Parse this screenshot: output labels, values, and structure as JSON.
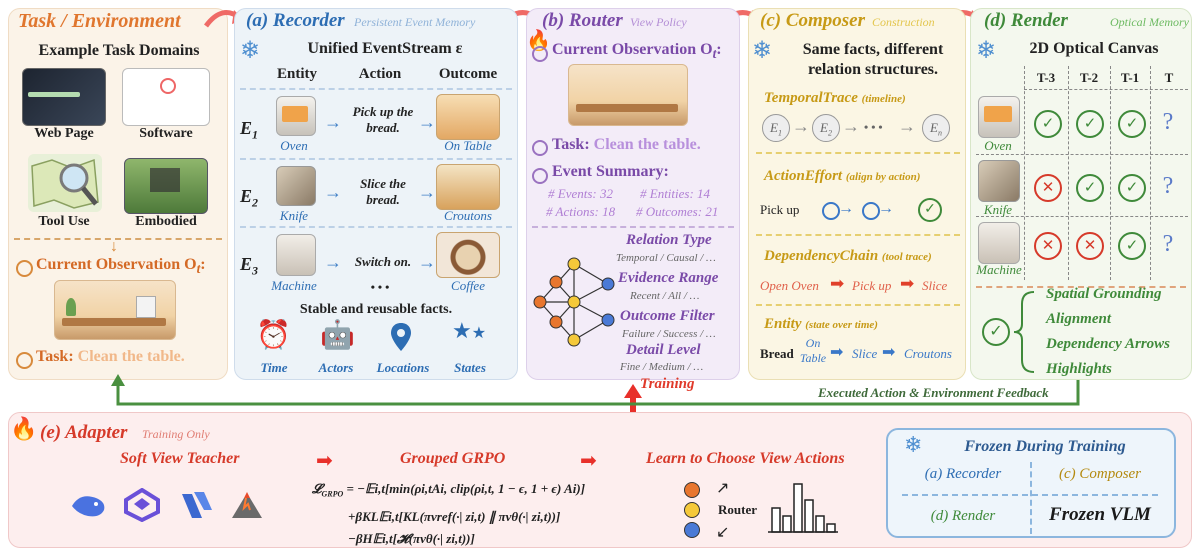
{
  "task": {
    "title": "Task / Environment",
    "example_heading": "Example Task Domains",
    "domains": [
      "Web Page",
      "Software",
      "Tool Use",
      "Embodied"
    ],
    "current_observation": "Current Observation O",
    "obs_sub": "t",
    "obs_colon": ":",
    "task_label": "Task:",
    "task_text": "Clean the table."
  },
  "recorder": {
    "title": "(a) Recorder",
    "subtitle": "Persistent Event Memory",
    "heading": "Unified EventStream ε",
    "columns": [
      "Entity",
      "Action",
      "Outcome"
    ],
    "events": [
      {
        "id": "E",
        "sub": "1",
        "entity": "Oven",
        "action": "Pick up the bread.",
        "outcome": "On Table"
      },
      {
        "id": "E",
        "sub": "2",
        "entity": "Knife",
        "action": "Slice the bread.",
        "outcome": "Croutons"
      },
      {
        "id": "E",
        "sub": "3",
        "entity": "Machine",
        "action": "Switch on.",
        "outcome": "Coffee"
      }
    ],
    "ellipsis": "• • •",
    "footer": "Stable and reusable facts.",
    "icons": [
      "Time",
      "Actors",
      "Locations",
      "States"
    ]
  },
  "router": {
    "title": "(b) Router",
    "subtitle": "View Policy",
    "obs_label": "Current Observation O",
    "obs_sub": "t",
    "obs_colon": ":",
    "task_label": "Task:",
    "task_text": "Clean the table.",
    "summary_label": "Event Summary:",
    "stats": [
      "# Events: 32",
      "# Entities: 14",
      "# Actions: 18",
      "# Outcomes: 21"
    ],
    "options": [
      {
        "name": "Relation Type",
        "values": "Temporal / Causal / …"
      },
      {
        "name": "Evidence Range",
        "values": "Recent / All / …"
      },
      {
        "name": "Outcome Filter",
        "values": "Failure / Success / …"
      },
      {
        "name": "Detail Level",
        "values": "Fine / Medium / …"
      }
    ],
    "training": "Training"
  },
  "composer": {
    "title": "(c) Composer",
    "subtitle": "Construction",
    "heading": "Same facts, different relation structures.",
    "temporal": {
      "name": "TemporalTrace",
      "note": "(timeline)",
      "nodes": [
        "E",
        "E",
        "E"
      ],
      "node_subs": [
        "1",
        "2",
        "n"
      ],
      "dots": "• • •"
    },
    "action": {
      "name": "ActionEffort",
      "note": "(align by action)",
      "label": "Pick up"
    },
    "dependency": {
      "name": "DependencyChain",
      "note": "(tool trace)",
      "steps": [
        "Open Oven",
        "Pick up",
        "Slice"
      ]
    },
    "entity": {
      "name": "Entity",
      "note": "(state over time)",
      "label": "Bread",
      "steps": [
        "On Table",
        "Slice",
        "Croutons"
      ]
    }
  },
  "render": {
    "title": "(d) Render",
    "subtitle": "Optical Memory",
    "heading": "2D Optical Canvas",
    "cols": [
      "T-3",
      "T-2",
      "T-1",
      "T"
    ],
    "rows": [
      {
        "name": "Oven",
        "cells": [
          "check",
          "check",
          "check",
          "question"
        ]
      },
      {
        "name": "Knife",
        "cells": [
          "cross",
          "check",
          "check",
          "question"
        ]
      },
      {
        "name": "Machine",
        "cells": [
          "cross",
          "cross",
          "check",
          "question"
        ]
      }
    ],
    "features": [
      "Spatial Grounding",
      "Alignment",
      "Dependency Arrows",
      "Highlights"
    ],
    "symbols": {
      "check": "✓",
      "cross": "✕",
      "question": "?"
    }
  },
  "feedback": "Executed Action & Environment Feedback",
  "adapter": {
    "title": "(e) Adapter",
    "subtitle": "Training Only",
    "teacher": "Soft View Teacher",
    "grpo": "Grouped GRPO",
    "learn": "Learn to Choose View Actions",
    "router_label": "Router",
    "eq_lhs": "𝓛",
    "eq_lhs_sub": "GRPO",
    "eq1": "= −𝔼i,t[min(ρi,tAi, clip(ρi,t, 1 − ϵ, 1 + ϵ) Ai)]",
    "eq2": "+βKL𝔼i,t[KL(πvref(·| zi,t) ∥ πvθ(·| zi,t))]",
    "eq3": "−βH𝔼i,t[𝓗(πvθ(·| zi,t))]"
  },
  "frozen": {
    "title": "Frozen During Training",
    "recorder": "(a) Recorder",
    "composer": "(c) Composer",
    "render": "(d) Render",
    "vlm": "Frozen VLM"
  },
  "colors": {
    "task_bg": "#fbf3e8",
    "recorder_bg": "#edf3f8",
    "router_bg": "#f3ecf8",
    "composer_bg": "#fbf6e4",
    "render_bg": "#f4f8ee",
    "adapter_bg": "#fdeeee",
    "frozen_bg": "#eef5fb",
    "orange": "#e0762e",
    "blue": "#2d6db3",
    "purple": "#7a4aa8",
    "gold": "#c79a16",
    "green": "#3f8a3a",
    "red": "#d63a2a"
  },
  "chart_data": {
    "type": "bar",
    "values": [
      3,
      2,
      6,
      4,
      2,
      1
    ]
  }
}
